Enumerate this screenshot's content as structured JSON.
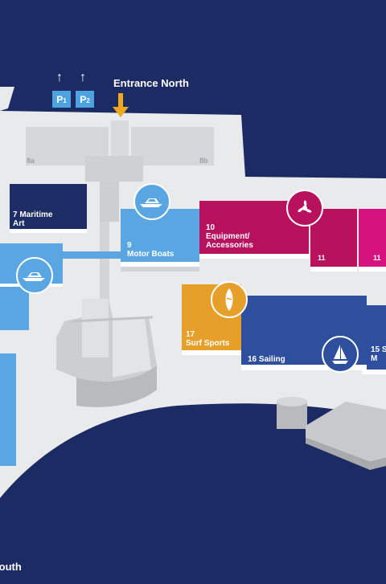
{
  "entrances": {
    "north": "Entrance North",
    "south": "South"
  },
  "parking": [
    {
      "letter": "P",
      "num": "1",
      "arrow": "↑"
    },
    {
      "letter": "P",
      "num": "2",
      "arrow": "↑"
    }
  ],
  "halls": {
    "h8a": "8a",
    "h8b": "8b",
    "h7": "7 Maritime\nArt",
    "h9": "9\nMotor Boats",
    "h10": "10\nEquipment/\nAccessories",
    "h11a": "11",
    "h11b": "11",
    "h17": "17\nSurf Sports",
    "h16": "16 Sailing",
    "h15": "15 S\nM"
  },
  "icons": {
    "motorboat": "motorboat-icon",
    "propeller": "propeller-icon",
    "surfboard": "surfboard-icon",
    "sailboat": "sailboat-icon"
  },
  "colors": {
    "background": "#1c2b63",
    "ground": "#e9eaec",
    "motor_boats": "#5aa6e3",
    "maritime_art": "#1f2d66",
    "equipment": "#b8125e",
    "equipment_right": "#d6127f",
    "surf": "#e6a02a",
    "sailing": "#2d4f9e",
    "entrance_arrow": "#f0a81c"
  }
}
